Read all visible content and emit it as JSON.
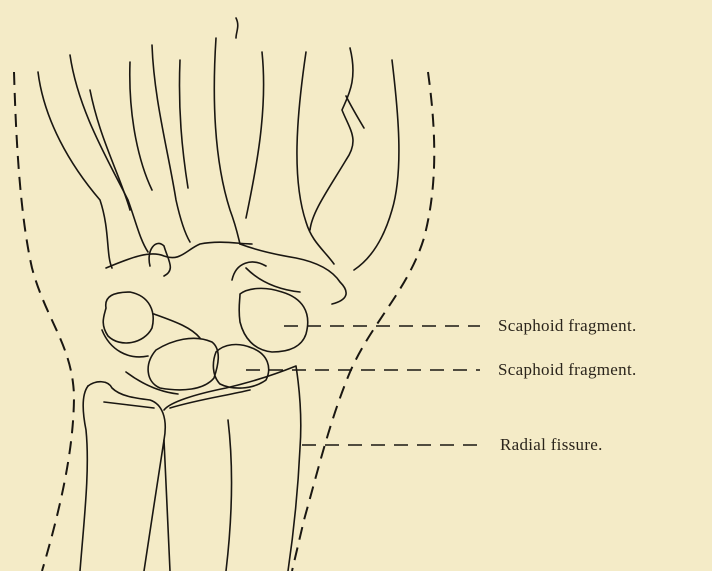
{
  "labels": {
    "scaphoid_fragment_1": "Scaphoid fragment.",
    "scaphoid_fragment_2": "Scaphoid fragment.",
    "radial_fissure": "Radial fissure."
  },
  "colors": {
    "paper": "#f4ebc7",
    "ink": "#1a1712"
  }
}
